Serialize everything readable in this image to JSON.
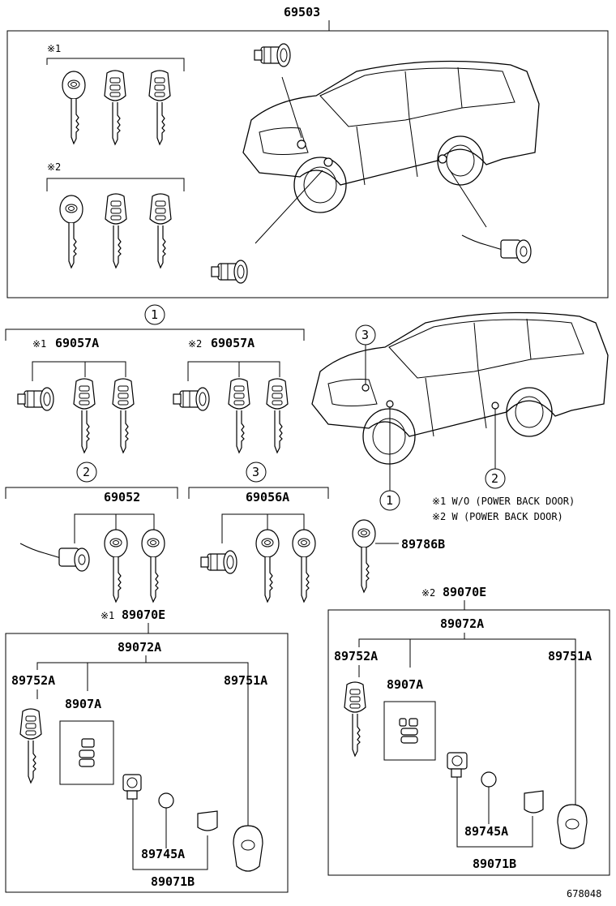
{
  "colors": {
    "line": "#000000",
    "background": "#ffffff"
  },
  "top_group": {
    "part_number": "69503",
    "note1_mark": "※1",
    "note2_mark": "※2"
  },
  "set1": {
    "circle": "1",
    "left": {
      "mark": "※1",
      "part_number": "69057A"
    },
    "right": {
      "mark": "※2",
      "part_number": "69057A"
    }
  },
  "set2": {
    "circle": "2",
    "part_number": "69052"
  },
  "set3": {
    "circle": "3",
    "part_number": "69056A"
  },
  "single_key": {
    "part_number": "89786B"
  },
  "car_callouts": {
    "c3": "3",
    "c1": "1",
    "c2": "2"
  },
  "legend": {
    "line1": "※1 W/O (POWER BACK DOOR)",
    "line2": "※2 W (POWER BACK DOOR)"
  },
  "box_left": {
    "mark": "※1",
    "title": "89070E",
    "sub": "89072A",
    "key_pn": "89752A",
    "chip_pn": "8907A",
    "fob_pn": "89751A",
    "battery_pn": "89745A",
    "case_pn": "89071B"
  },
  "box_right": {
    "mark": "※2",
    "title": "89070E",
    "sub": "89072A",
    "key_pn": "89752A",
    "chip_pn": "8907A",
    "fob_pn": "89751A",
    "battery_pn": "89745A",
    "case_pn": "89071B"
  },
  "diagram_id": "678048"
}
